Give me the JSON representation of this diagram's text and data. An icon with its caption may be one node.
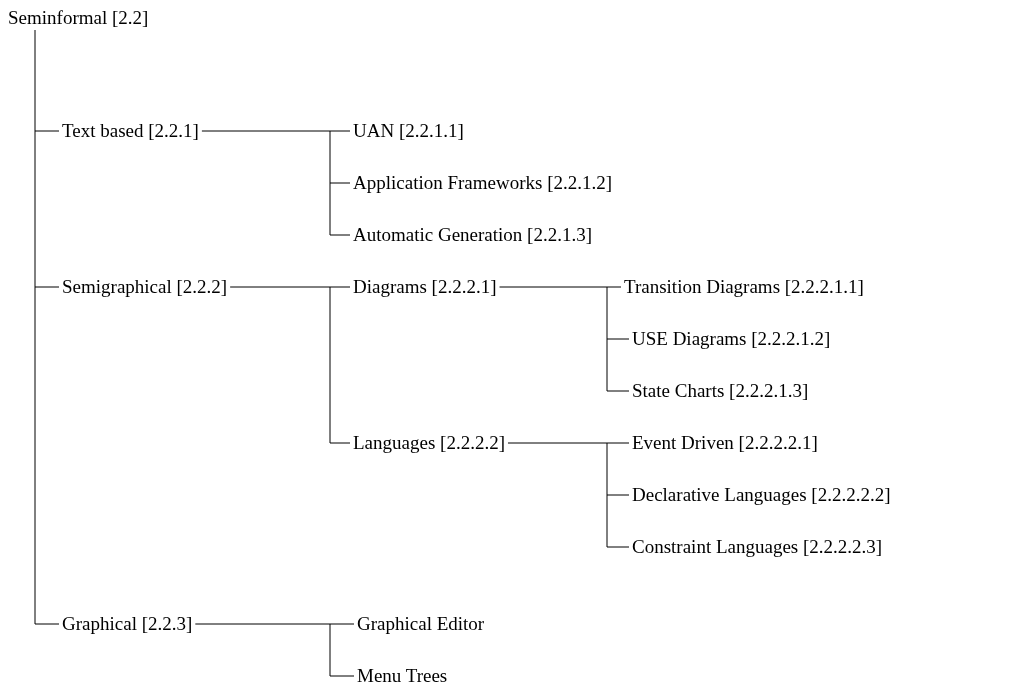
{
  "diagram": {
    "nodes": [
      {
        "text": [
          "Seminformal [2.2]"
        ]
      },
      {
        "text": [
          "Text based [2.2.1]"
        ]
      },
      {
        "text": [
          "UAN [2.2.1.1]"
        ]
      },
      {
        "text": [
          "Application Frameworks [2.2.1.2]"
        ]
      },
      {
        "text": [
          "Automatic Generation [2.2.1.3]"
        ]
      },
      {
        "text": [
          "Semigraphical [2.2.2]"
        ]
      },
      {
        "text": [
          "Diagrams [2.2.2.1]"
        ]
      },
      {
        "text": [
          "Transition Diagrams [2.2.2.1.1]"
        ]
      },
      {
        "text": [
          "USE Diagrams [2.2.2.1.2]"
        ]
      },
      {
        "text": [
          "State Charts [2.2.2.1.3]"
        ]
      },
      {
        "text": [
          "Languages [2.2.2.2]"
        ]
      },
      {
        "text": [
          "Event Driven [2.2.2.2.1]"
        ]
      },
      {
        "text": [
          "Declarative Languages [2.2.2.2.2]"
        ]
      },
      {
        "text": [
          "Constraint Languages [2.2.2.2.3]"
        ]
      },
      {
        "text": [
          "Graphical [2.2.3]"
        ]
      },
      {
        "text": [
          "Graphical Editor"
        ]
      },
      {
        "text": [
          "Menu Trees"
        ]
      }
    ],
    "edges": [
      {
        "from": 0,
        "to": 1,
        "arrow": "none"
      },
      {
        "from": 0,
        "to": 5,
        "arrow": "none"
      },
      {
        "from": 0,
        "to": 14,
        "arrow": "none"
      },
      {
        "from": 1,
        "to": 2,
        "arrow": "none"
      },
      {
        "from": 1,
        "to": 3,
        "arrow": "none"
      },
      {
        "from": 1,
        "to": 4,
        "arrow": "none"
      },
      {
        "from": 5,
        "to": 6,
        "arrow": "none"
      },
      {
        "from": 5,
        "to": 10,
        "arrow": "none"
      },
      {
        "from": 6,
        "to": 7,
        "arrow": "none"
      },
      {
        "from": 6,
        "to": 8,
        "arrow": "none"
      },
      {
        "from": 6,
        "to": 9,
        "arrow": "none"
      },
      {
        "from": 10,
        "to": 11,
        "arrow": "none"
      },
      {
        "from": 10,
        "to": 12,
        "arrow": "none"
      },
      {
        "from": 10,
        "to": 13,
        "arrow": "none"
      },
      {
        "from": 14,
        "to": 15,
        "arrow": "none"
      },
      {
        "from": 14,
        "to": 16,
        "arrow": "none"
      }
    ]
  }
}
